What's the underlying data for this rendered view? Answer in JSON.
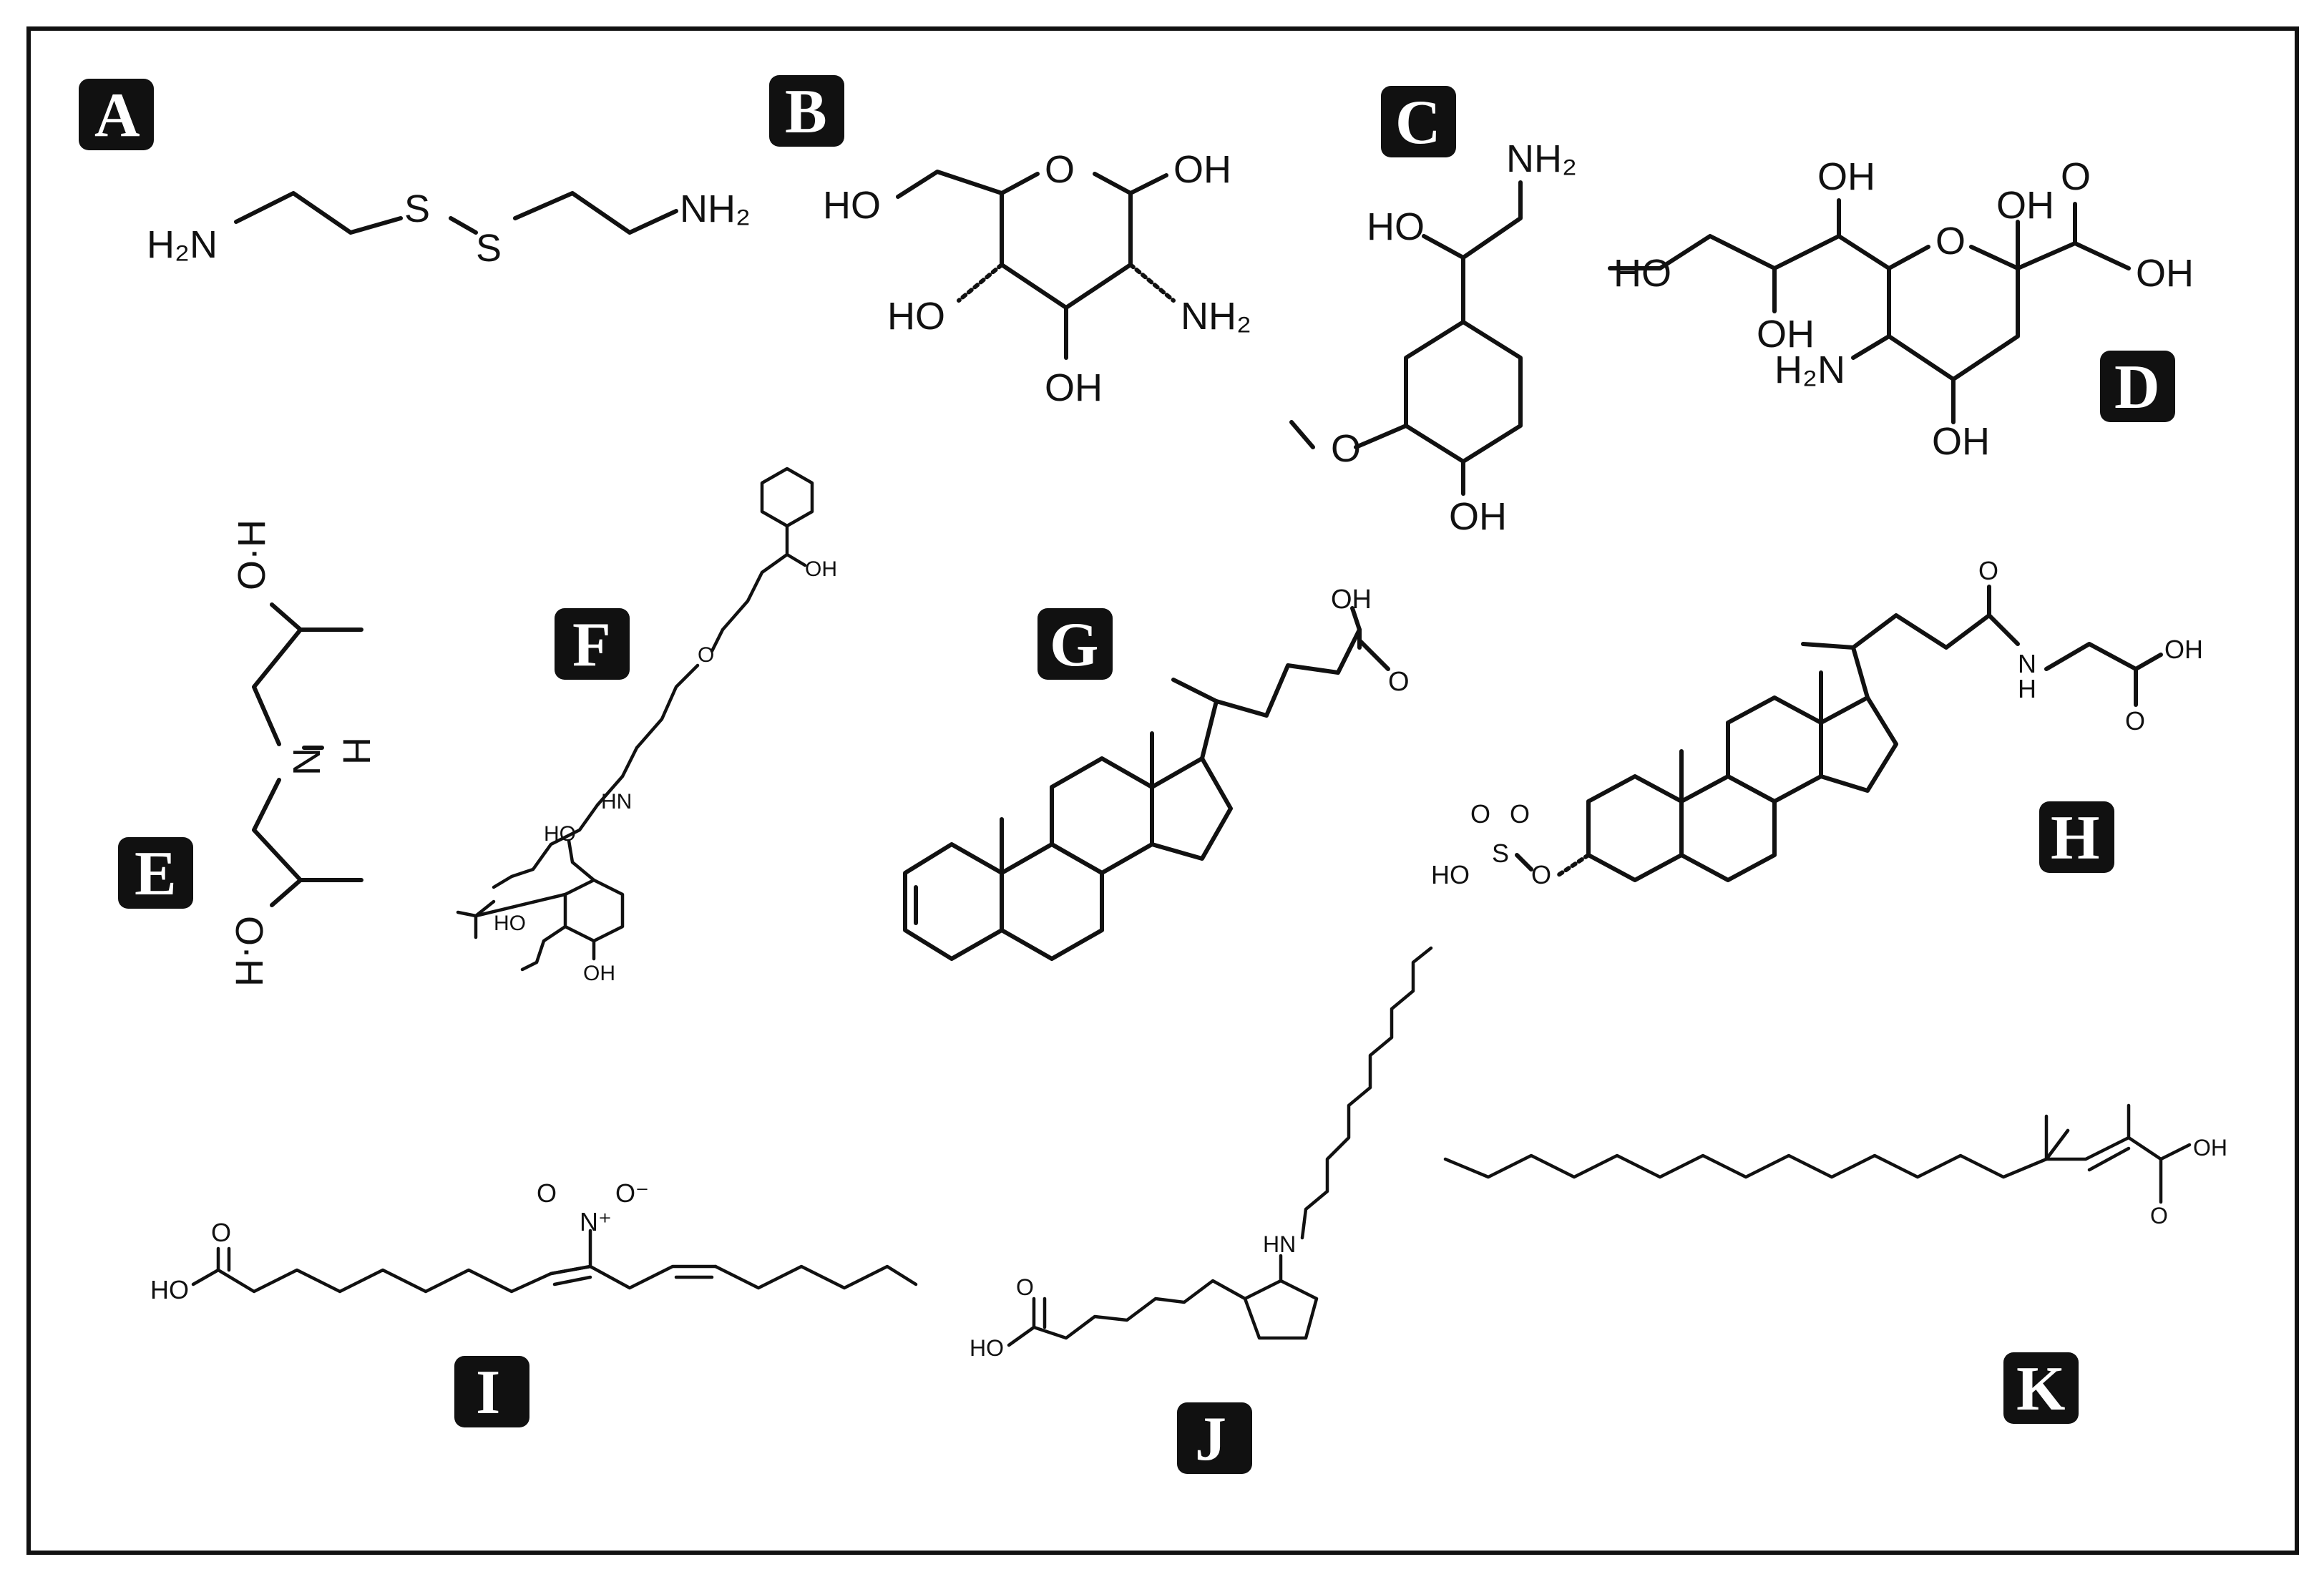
{
  "panels": [
    {
      "id": "A",
      "label": "A"
    },
    {
      "id": "B",
      "label": "B"
    },
    {
      "id": "C",
      "label": "C"
    },
    {
      "id": "D",
      "label": "D"
    },
    {
      "id": "E",
      "label": "E"
    },
    {
      "id": "F",
      "label": "F"
    },
    {
      "id": "G",
      "label": "G"
    },
    {
      "id": "H",
      "label": "H"
    },
    {
      "id": "I",
      "label": "I"
    },
    {
      "id": "J",
      "label": "J"
    },
    {
      "id": "K",
      "label": "K"
    }
  ],
  "atoms": {
    "h2n": "H₂N",
    "nh2": "NH₂",
    "s": "S",
    "ho": "HO",
    "oh": "OH",
    "o": "O",
    "hn": "HN",
    "n": "N",
    "h": "H",
    "oh_dot": "O·H",
    "n_plus": "N⁺",
    "o_minus": "O⁻"
  },
  "colors": {
    "stroke": "#111111",
    "badge": "#111111",
    "badge_text": "#ffffff",
    "background": "#ffffff"
  }
}
